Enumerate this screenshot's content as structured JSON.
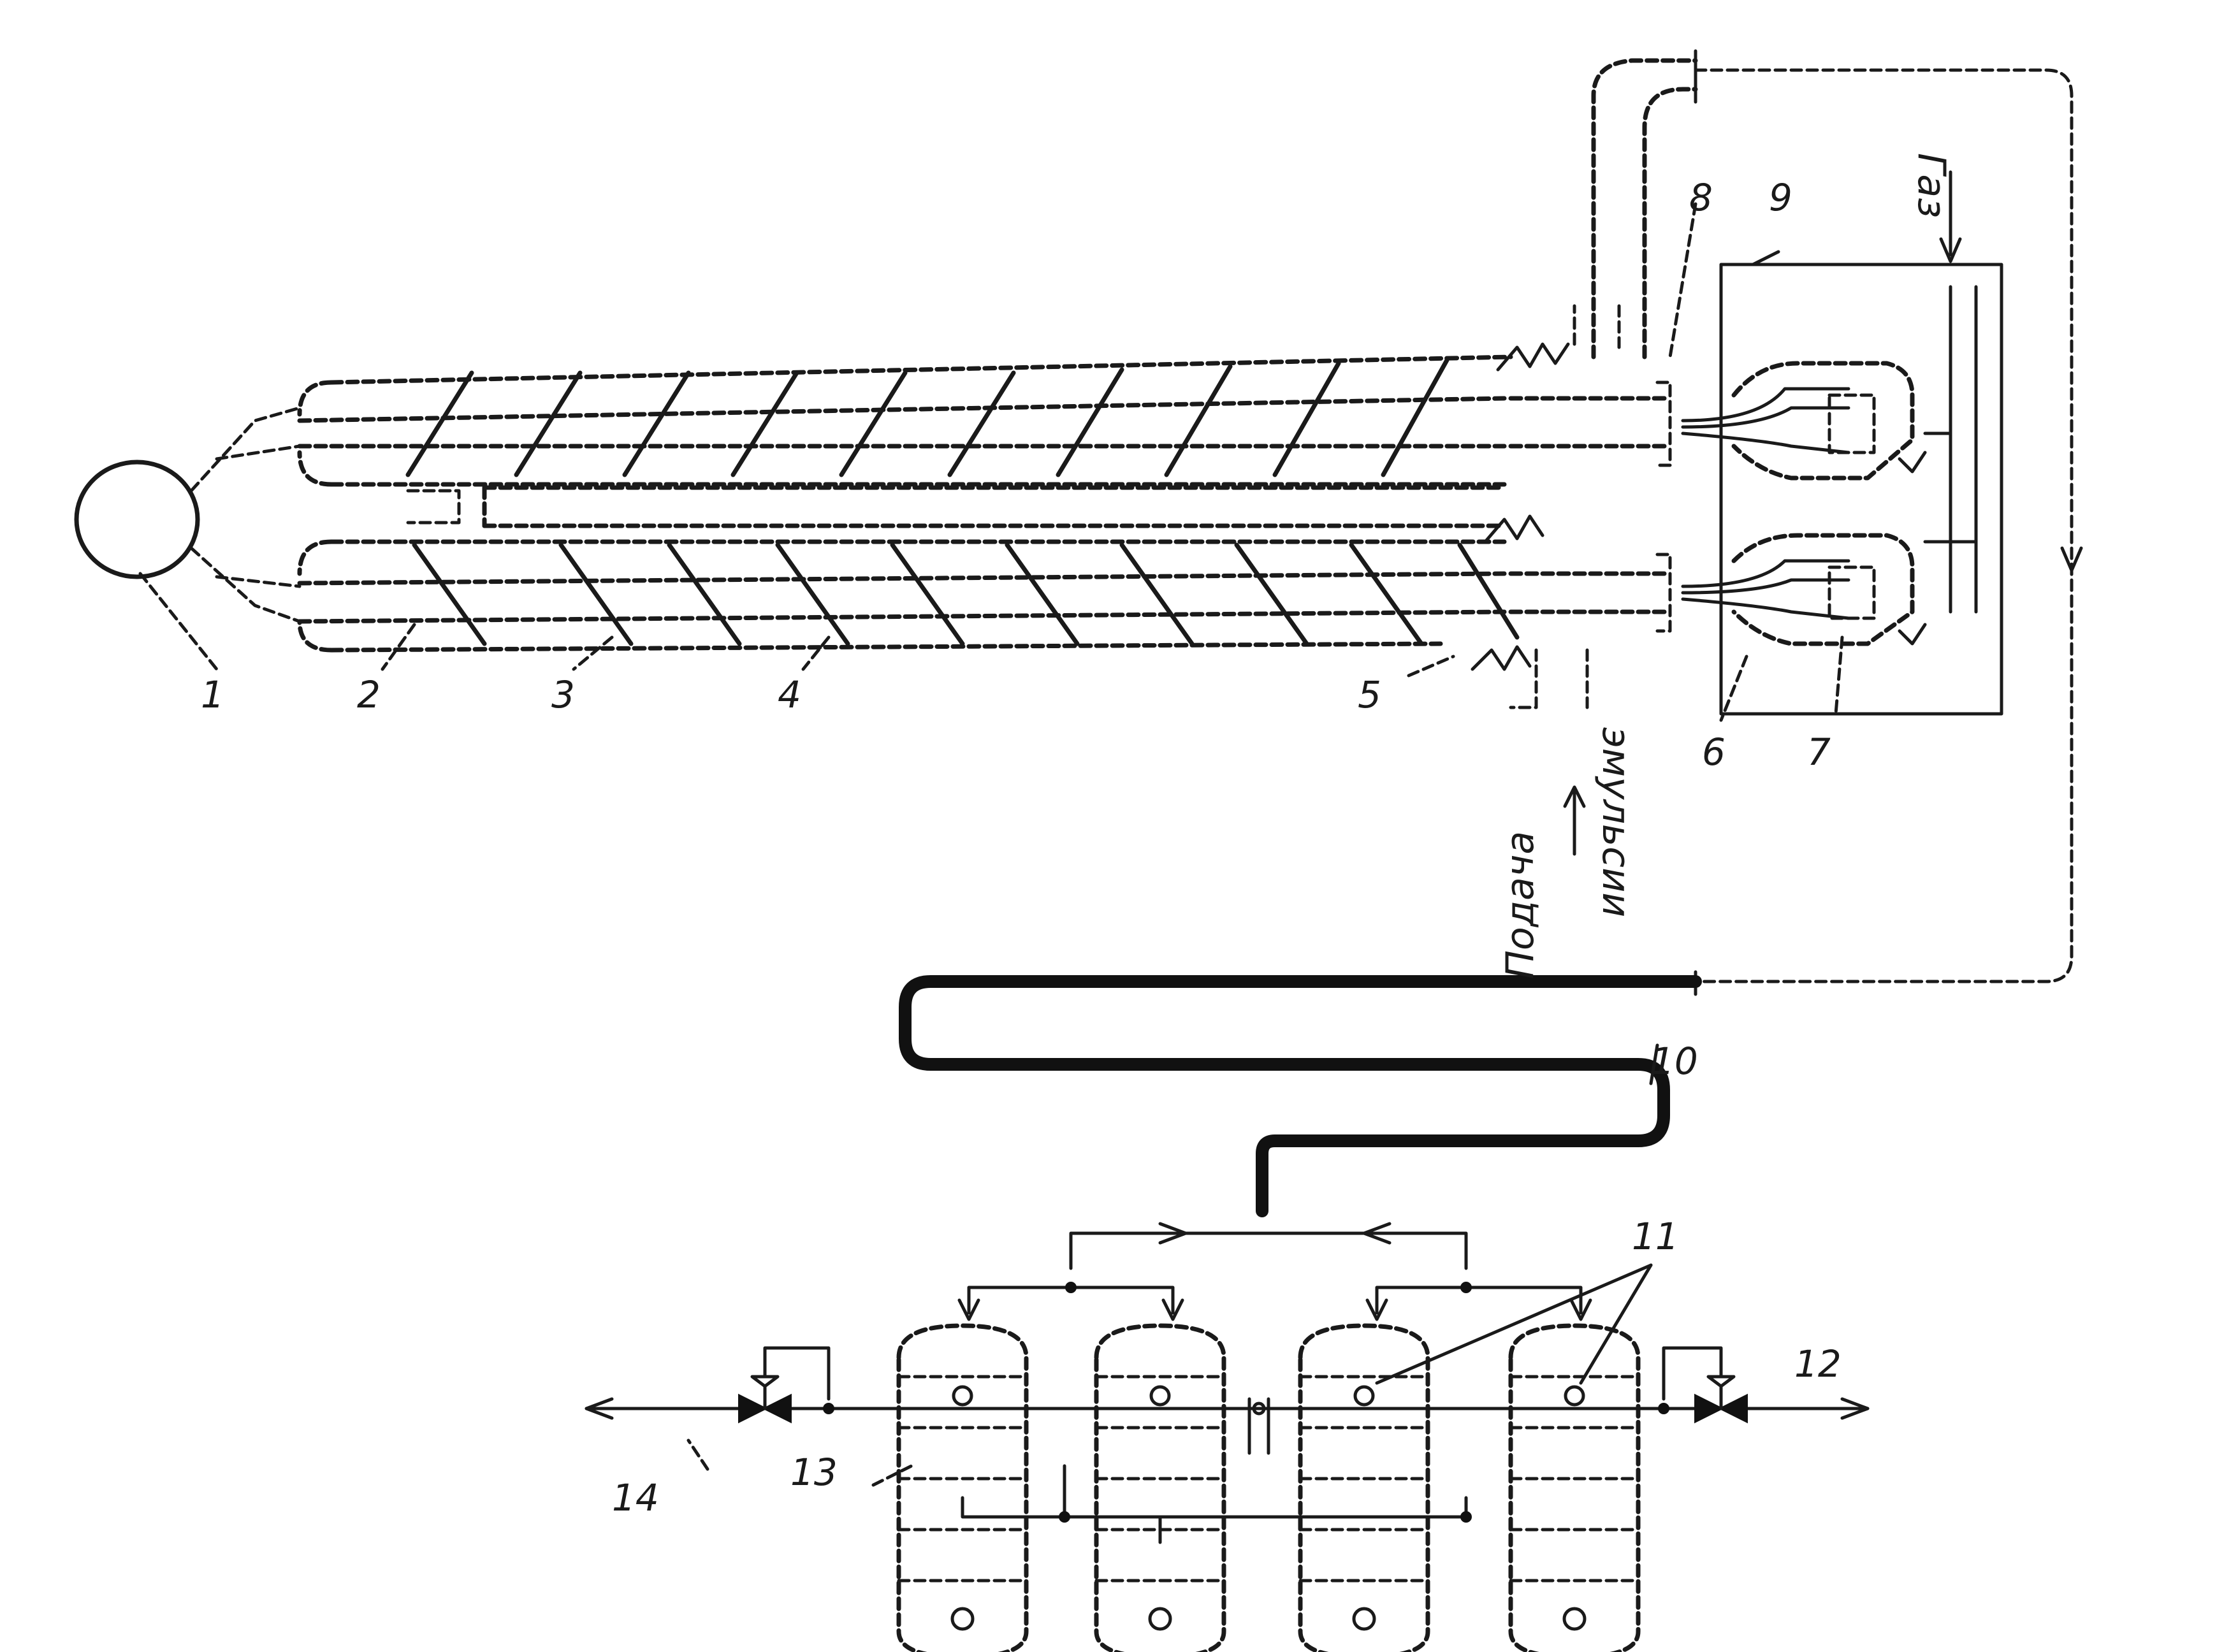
{
  "labels": {
    "n1": "1",
    "n2": "2",
    "n3": "3",
    "n4": "4",
    "n5": "5",
    "n6": "6",
    "n7": "7",
    "n8": "8",
    "n9": "9",
    "n10": "10",
    "n11": "11",
    "n12": "12",
    "n13": "13",
    "n14": "14"
  },
  "text": {
    "gas": "Газ",
    "feed_line1": "Подача",
    "feed_line2": "эмульсии"
  }
}
